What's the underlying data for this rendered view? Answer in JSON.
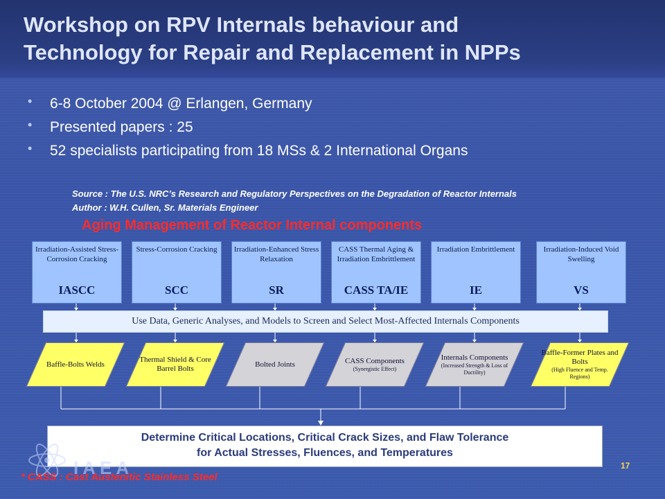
{
  "title": {
    "line1": "Workshop on RPV Internals behaviour and",
    "line2": "Technology for Repair and Replacement in NPPs"
  },
  "bullets": [
    "6-8 October 2004 @ Erlangen, Germany",
    "Presented papers : 25",
    "52 specialists participating from 18 MSs & 2 International Organs"
  ],
  "source": {
    "line1": "Source : The U.S. NRC’s  Research and Regulatory Perspectives on the Degradation of Reactor Internals",
    "line2": "Author : W.H. Cullen, Sr. Materials Engineer"
  },
  "diagram": {
    "title": "Aging Management of Reactor Internal components",
    "mechanisms": [
      {
        "desc": "Irradiation-Assisted Stress-Corrosion Cracking",
        "abbr": "IASCC"
      },
      {
        "desc": "Stress-Corrosion Cracking",
        "abbr": "SCC"
      },
      {
        "desc": "Irradiation-Enhanced Stress Relaxation",
        "abbr": "SR"
      },
      {
        "desc": "CASS Thermal Aging & Irradiation Embrittlement",
        "abbr": "CASS TA/IE"
      },
      {
        "desc": "Irradiation Embrittlement",
        "abbr": "IE"
      },
      {
        "desc": "Irradiation-Induced Void Swelling",
        "abbr": "VS"
      }
    ],
    "screening": "Use Data, Generic Analyses, and Models to Screen and Select Most-Affected Internals Components",
    "components": [
      {
        "main": "Baffle-Bolts Welds",
        "sub": ""
      },
      {
        "main": "Thermal Shield & Core Barrel Bolts",
        "sub": ""
      },
      {
        "main": "Bolted Joints",
        "sub": ""
      },
      {
        "main": "CASS Components",
        "sub": "(Synergistic Effect)"
      },
      {
        "main": "Internals Components",
        "sub": "(Increased Strength & Loss of Ductility)"
      },
      {
        "main": "Baffle-Former Plates and Bolts",
        "sub": "(High Fluence and Temp. Regions)"
      }
    ],
    "result": {
      "line1": "Determine Critical Locations, Critical Crack Sizes, and Flaw Tolerance",
      "line2": "for Actual Stresses, Fluences, and Temperatures"
    }
  },
  "footnote": "* CASS : Cast Austenitic Stainless Steel",
  "logo_text": "IAEA",
  "page_number": "17",
  "colors": {
    "accent_red": "#ff2a2a",
    "box_blue": "#9fc4ff",
    "yellow": "#ffff66",
    "grey": "#d3d3d8"
  }
}
